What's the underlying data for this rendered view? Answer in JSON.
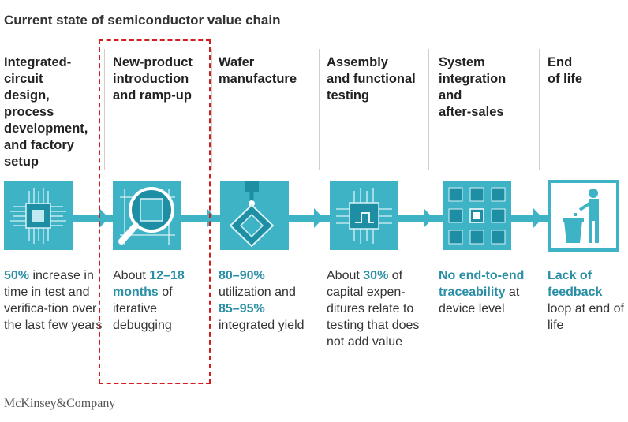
{
  "title": "Current state of semiconductor value chain",
  "stages": [
    {
      "title": "Integrated-\ncircuit\ndesign,\nprocess\ndevelopment,\nand factory\nsetup",
      "icon": "chip-icon",
      "desc": [
        {
          "t": "50%",
          "hl": true
        },
        {
          "t": " increase in time in test and verifica-tion over the last few years",
          "hl": false
        }
      ]
    },
    {
      "title": "New-product\nintroduction\nand ramp-up",
      "icon": "magnifier-chip-icon",
      "desc": [
        {
          "t": "About ",
          "hl": false
        },
        {
          "t": "12–18 months",
          "hl": true
        },
        {
          "t": " of iterative debugging",
          "hl": false
        }
      ]
    },
    {
      "title": "Wafer\nmanufacture",
      "icon": "wafer-robot-arm-icon",
      "desc": [
        {
          "t": "80–90%",
          "hl": true
        },
        {
          "t": " utilization and ",
          "hl": false
        },
        {
          "t": "85–95%",
          "hl": true
        },
        {
          "t": " integrated yield",
          "hl": false
        }
      ]
    },
    {
      "title": "Assembly\nand functional\ntesting",
      "icon": "test-chip-icon",
      "desc": [
        {
          "t": "About ",
          "hl": false
        },
        {
          "t": "30%",
          "hl": true
        },
        {
          "t": " of capital expen-ditures relate to testing that does not add value",
          "hl": false
        }
      ]
    },
    {
      "title": "System\nintegration\nand\nafter-sales",
      "icon": "chip-grid-icon",
      "desc": [
        {
          "t": "No end-to-end traceability",
          "hl": true
        },
        {
          "t": " at device level",
          "hl": false
        }
      ]
    },
    {
      "title": "End\nof life",
      "icon": "trash-disposal-icon",
      "desc": [
        {
          "t": "Lack of feedback",
          "hl": true
        },
        {
          "t": " loop at end of life",
          "hl": false
        }
      ]
    }
  ],
  "logo": "McKinsey&Company",
  "colors": {
    "teal": "#3eb3c6",
    "highlight": "#2a8fa5",
    "dashed_box": "#d41c1c"
  }
}
